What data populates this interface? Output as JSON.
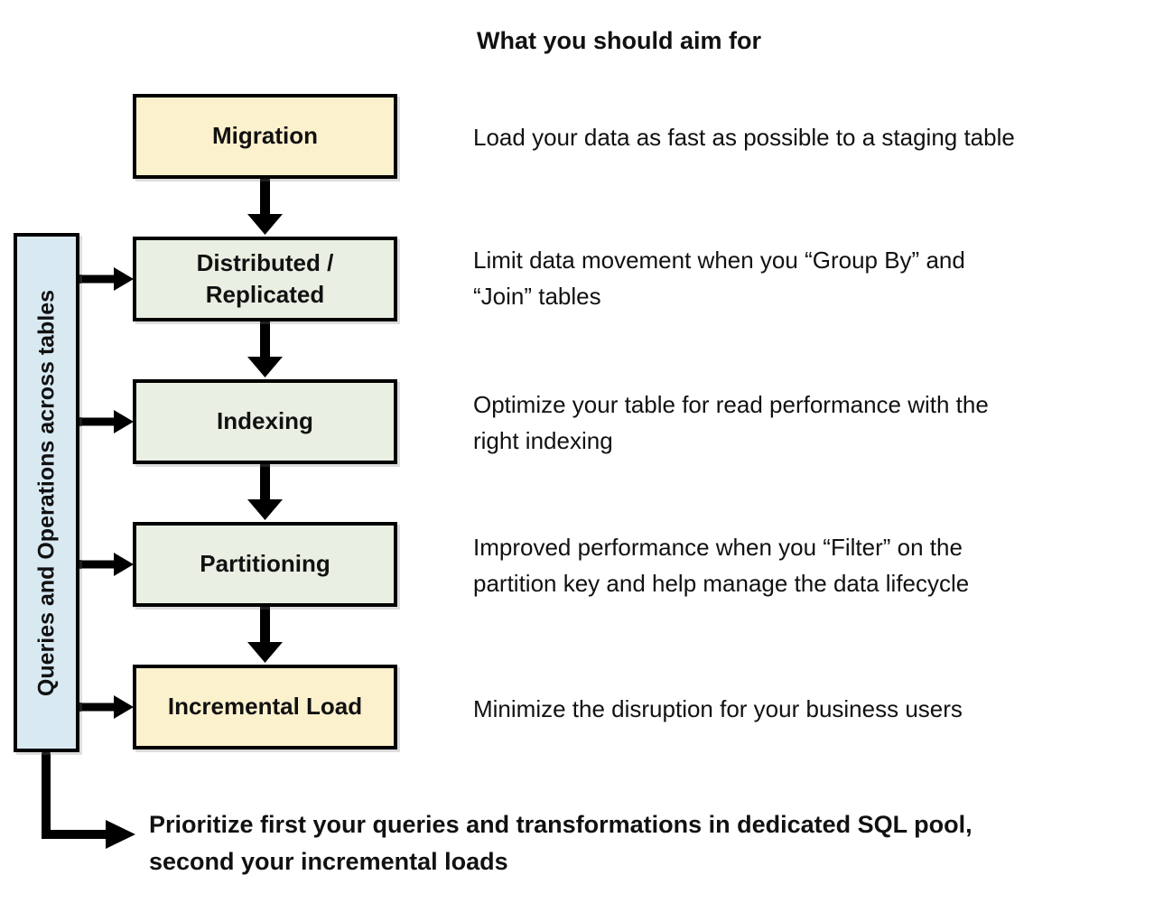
{
  "title": "What you should aim for",
  "flow": {
    "sidebar": {
      "label": "Queries and Operations across tables"
    },
    "steps": [
      {
        "id": "migration",
        "label": "Migration",
        "category": "load",
        "description_lines": [
          "Load your data as fast as possible to a staging table"
        ]
      },
      {
        "id": "distributed-replicated",
        "label": "Distributed / Replicated",
        "category": "query",
        "description_lines": [
          "Limit data movement when you “Group By” and",
          "“Join” tables"
        ]
      },
      {
        "id": "indexing",
        "label": "Indexing",
        "category": "query",
        "description_lines": [
          "Optimize your table for read performance with the",
          "right indexing"
        ]
      },
      {
        "id": "partitioning",
        "label": "Partitioning",
        "category": "query",
        "description_lines": [
          "Improved performance when you “Filter” on the",
          "partition key and help manage the data lifecycle"
        ]
      },
      {
        "id": "incremental-load",
        "label": "Incremental Load",
        "category": "load",
        "description_lines": [
          "Minimize the disruption for your business users"
        ]
      }
    ],
    "footnote_lines": [
      "Prioritize first your queries and transformations in dedicated SQL pool,",
      "second your incremental loads"
    ]
  },
  "colors": {
    "load_box": "#fcf1cd",
    "query_box": "#e9efe2",
    "sidebar_box": "#d9e9f2",
    "border": "#000000",
    "arrow": "#000000",
    "text": "#111111"
  }
}
